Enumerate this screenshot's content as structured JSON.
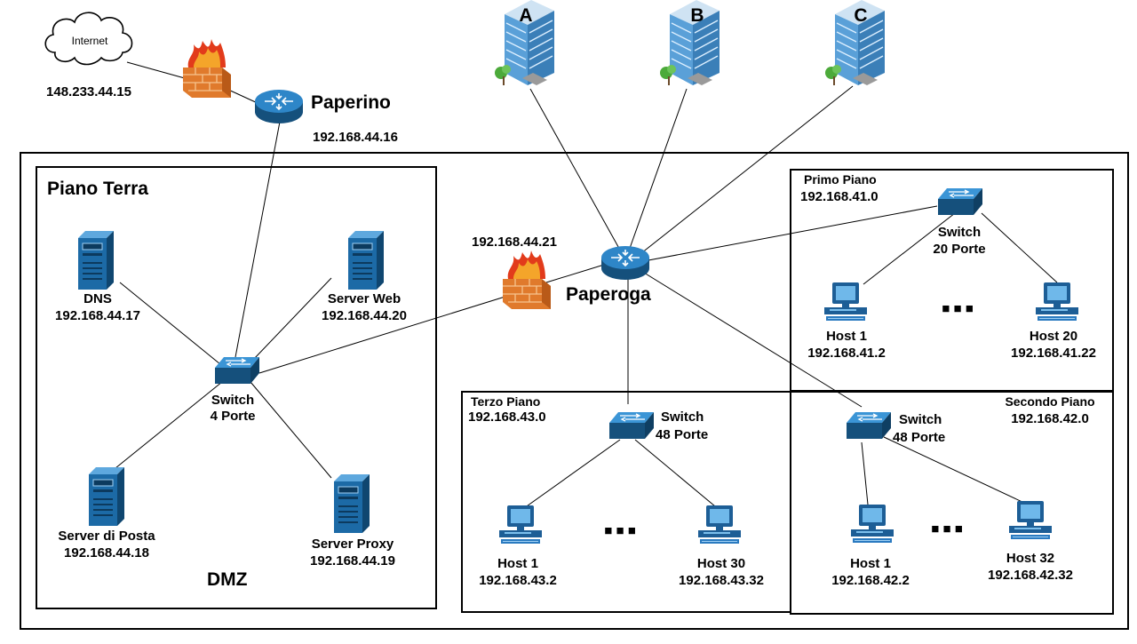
{
  "internet": {
    "label": "Internet",
    "ip": "148.233.44.15"
  },
  "paperino": {
    "name": "Paperino",
    "ip": "192.168.44.16"
  },
  "paperoga": {
    "name": "Paperoga",
    "ip": "192.168.44.21"
  },
  "buildings": [
    {
      "label": "A"
    },
    {
      "label": "B"
    },
    {
      "label": "C"
    }
  ],
  "dmz": {
    "title": "Piano Terra",
    "zone_label": "DMZ",
    "switch": {
      "line1": "Switch",
      "line2": "4 Porte"
    },
    "servers": [
      {
        "name": "DNS",
        "ip": "192.168.44.17"
      },
      {
        "name": "Server Web",
        "ip": "192.168.44.20"
      },
      {
        "name": "Server di Posta",
        "ip": "192.168.44.18"
      },
      {
        "name": "Server Proxy",
        "ip": "192.168.44.19"
      }
    ]
  },
  "primo_piano": {
    "title": "Primo Piano",
    "network": "192.168.41.0",
    "switch": {
      "line1": "Switch",
      "line2": "20 Porte"
    },
    "host_first": {
      "name": "Host 1",
      "ip": "192.168.41.2"
    },
    "host_last": {
      "name": "Host 20",
      "ip": "192.168.41.22"
    }
  },
  "secondo_piano": {
    "title": "Secondo Piano",
    "network": "192.168.42.0",
    "switch": {
      "line1": "Switch",
      "line2": "48 Porte"
    },
    "host_first": {
      "name": "Host 1",
      "ip": "192.168.42.2"
    },
    "host_last": {
      "name": "Host 32",
      "ip": "192.168.42.32"
    }
  },
  "terzo_piano": {
    "title": "Terzo Piano",
    "network": "192.168.43.0",
    "switch": {
      "line1": "Switch",
      "line2": "48 Porte"
    },
    "host_first": {
      "name": "Host 1",
      "ip": "192.168.43.2"
    },
    "host_last": {
      "name": "Host 30",
      "ip": "192.168.43.32"
    }
  },
  "ellipsis": "■ ■ ■",
  "colors": {
    "router": "#1f6ea8",
    "switch": "#1f6ea8",
    "server": "#1c6aa6",
    "computer": "#2a7ac0",
    "firewall": "#e07a2c",
    "flame": "#e23b1b",
    "building": "#5aa0d8"
  }
}
